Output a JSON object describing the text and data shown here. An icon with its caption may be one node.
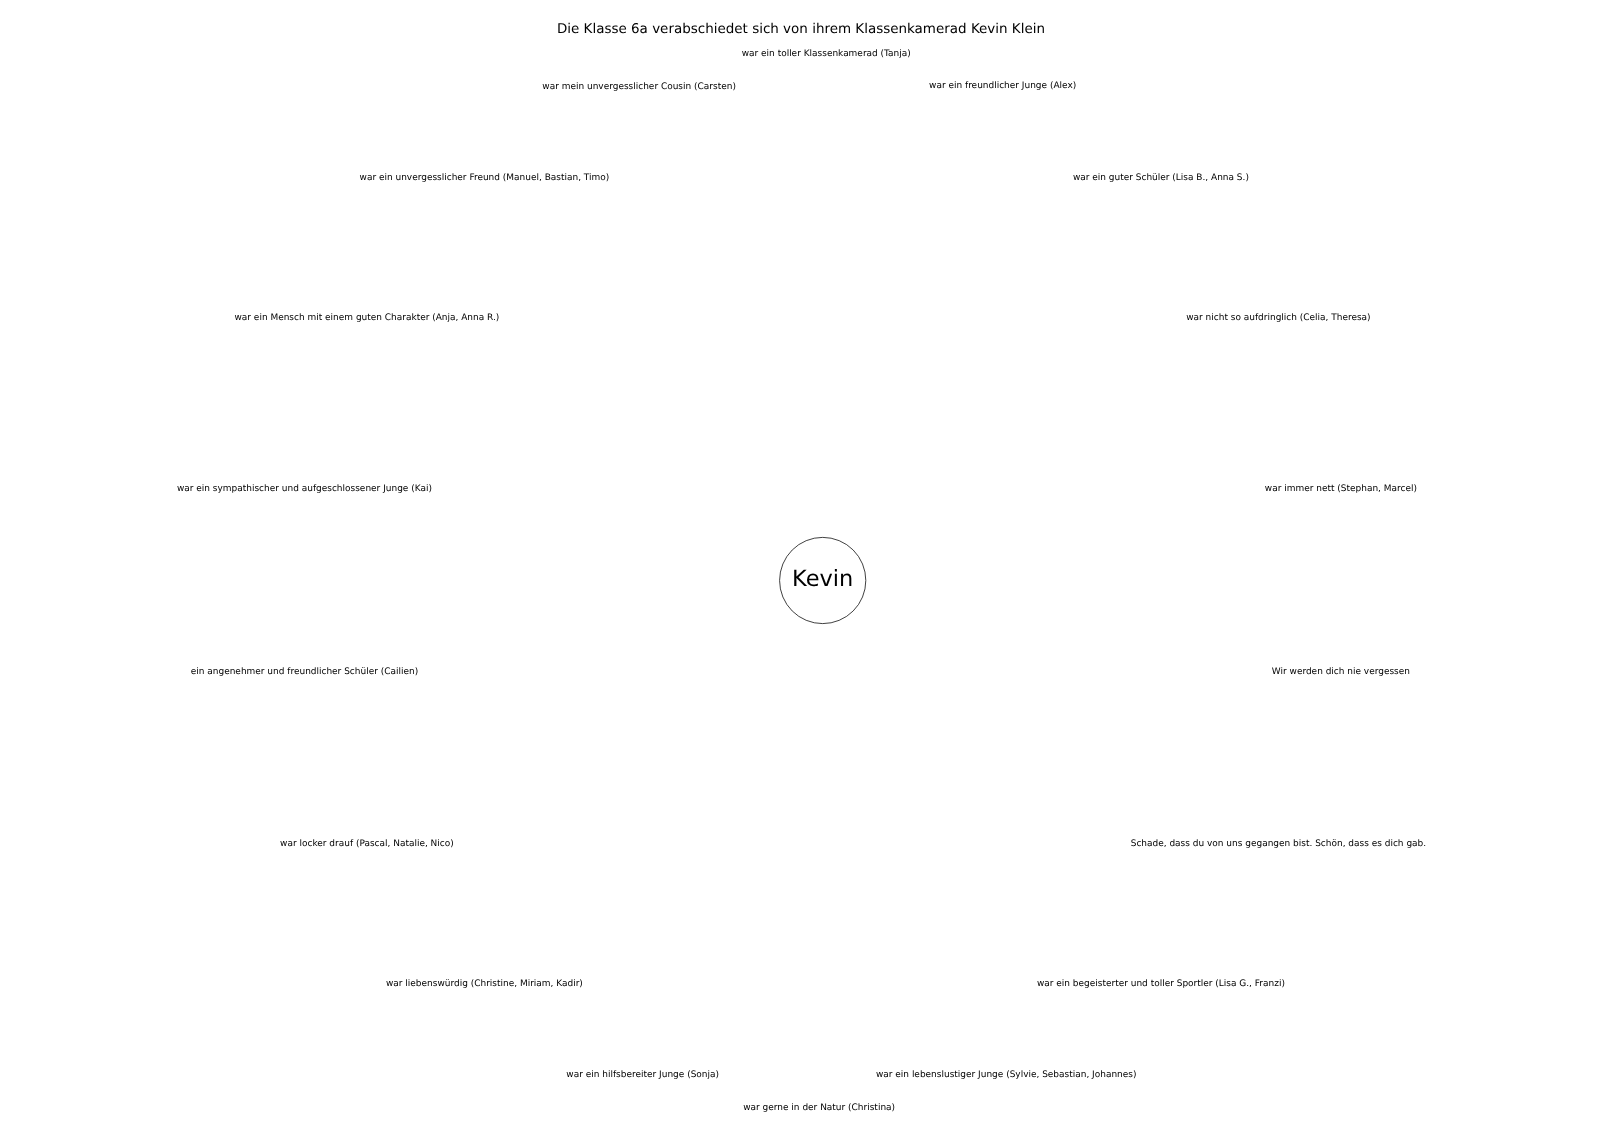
{
  "diagram": {
    "title": "Die Klasse 6a verabschiedet sich von ihrem Klassenkamerad Kevin Klein",
    "nodes": [
      {
        "text": [
          "Kevin"
        ]
      }
    ],
    "edges": [],
    "labels": [
      "war immer nett (Stephan, Marcel)",
      "war nicht so aufdringlich (Celia, Theresa)",
      "war ein guter Schüler (Lisa B., Anna S.)",
      "war ein freundlicher Junge (Alex)",
      "war ein toller Klassenkamerad (Tanja)",
      "war mein unvergesslicher Cousin (Carsten)",
      "war ein unvergesslicher Freund (Manuel, Bastian, Timo)",
      "war ein Mensch mit einem guten Charakter (Anja, Anna R.)",
      "war ein sympathischer und aufgeschlossener Junge (Kai)",
      "ein angenehmer und freundlicher Schüler (Cailien)",
      "war locker drauf (Pascal, Natalie, Nico)",
      "war liebenswürdig (Christine, Miriam, Kadir)",
      "war ein hilfsbereiter Junge (Sonja)",
      "war gerne in der Natur (Christina)",
      "war ein lebenslustiger Junge (Sylvie, Sebastian, Johannes)",
      "war ein begeisterter und toller Sportler (Lisa G., Franzi)",
      "Schade, dass du von uns gegangen bist. Schön, dass es dich gab.",
      "Wir werden dich nie vergessen"
    ]
  }
}
